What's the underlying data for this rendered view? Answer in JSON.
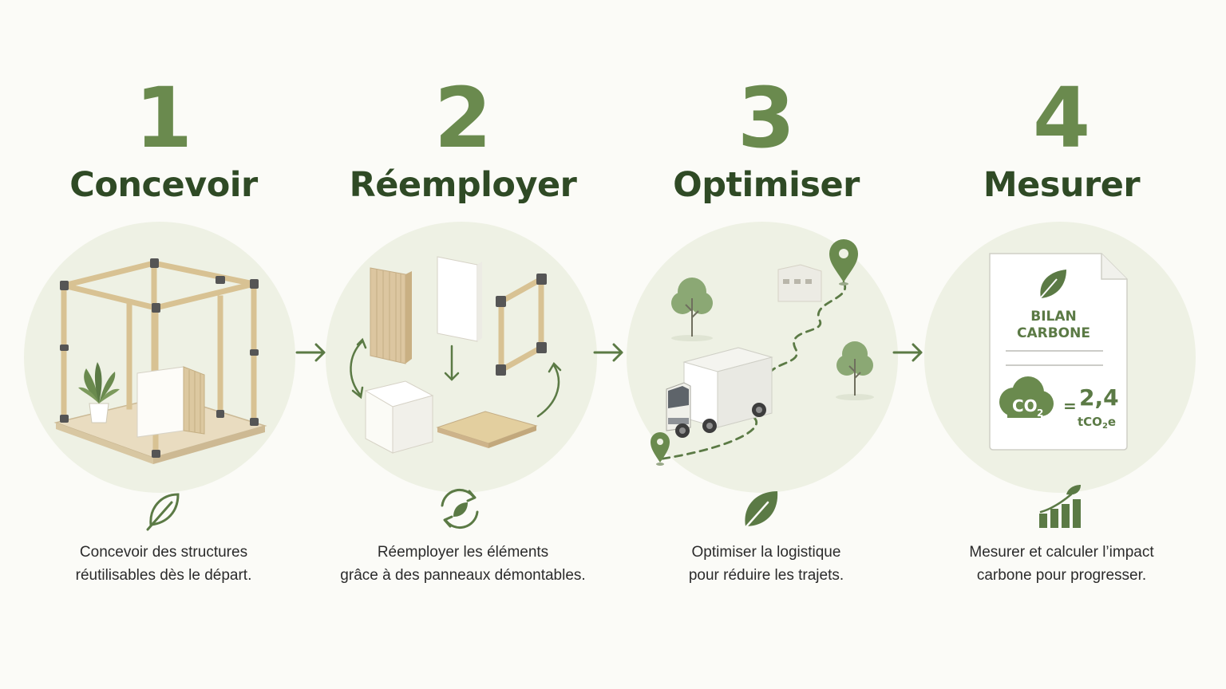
{
  "steps": [
    {
      "number": "1",
      "title": "Concevoir",
      "icon": "leaf-outline-icon",
      "description": [
        "Concevoir des structures",
        "réutilisables dès le départ."
      ]
    },
    {
      "number": "2",
      "title": "Réemployer",
      "icon": "recycle-leaf-icon",
      "description": [
        "Réemployer les éléments",
        "grâce à des panneaux démontables."
      ]
    },
    {
      "number": "3",
      "title": "Optimiser",
      "icon": "leaf-filled-icon",
      "description": [
        "Optimiser la logistique",
        "pour réduire les trajets."
      ]
    },
    {
      "number": "4",
      "title": "Mesurer",
      "icon": "growth-chart-icon",
      "description": [
        "Mesurer et calculer l’impact",
        "carbone pour progresser."
      ]
    }
  ],
  "carbon_report": {
    "title_line1": "BILAN",
    "title_line2": "CARBONE",
    "co2_label": "CO",
    "co2_sub": "2",
    "equals": "=",
    "value": "2,4",
    "unit_prefix": "tCO",
    "unit_sub": "2",
    "unit_suffix": "e"
  },
  "colors": {
    "number": "#6a8a4e",
    "title": "#2f4a25",
    "circle": "#eef1e4",
    "accent": "#5b7a45",
    "wood": "#dcc8a0",
    "text": "#2b2b2b"
  }
}
